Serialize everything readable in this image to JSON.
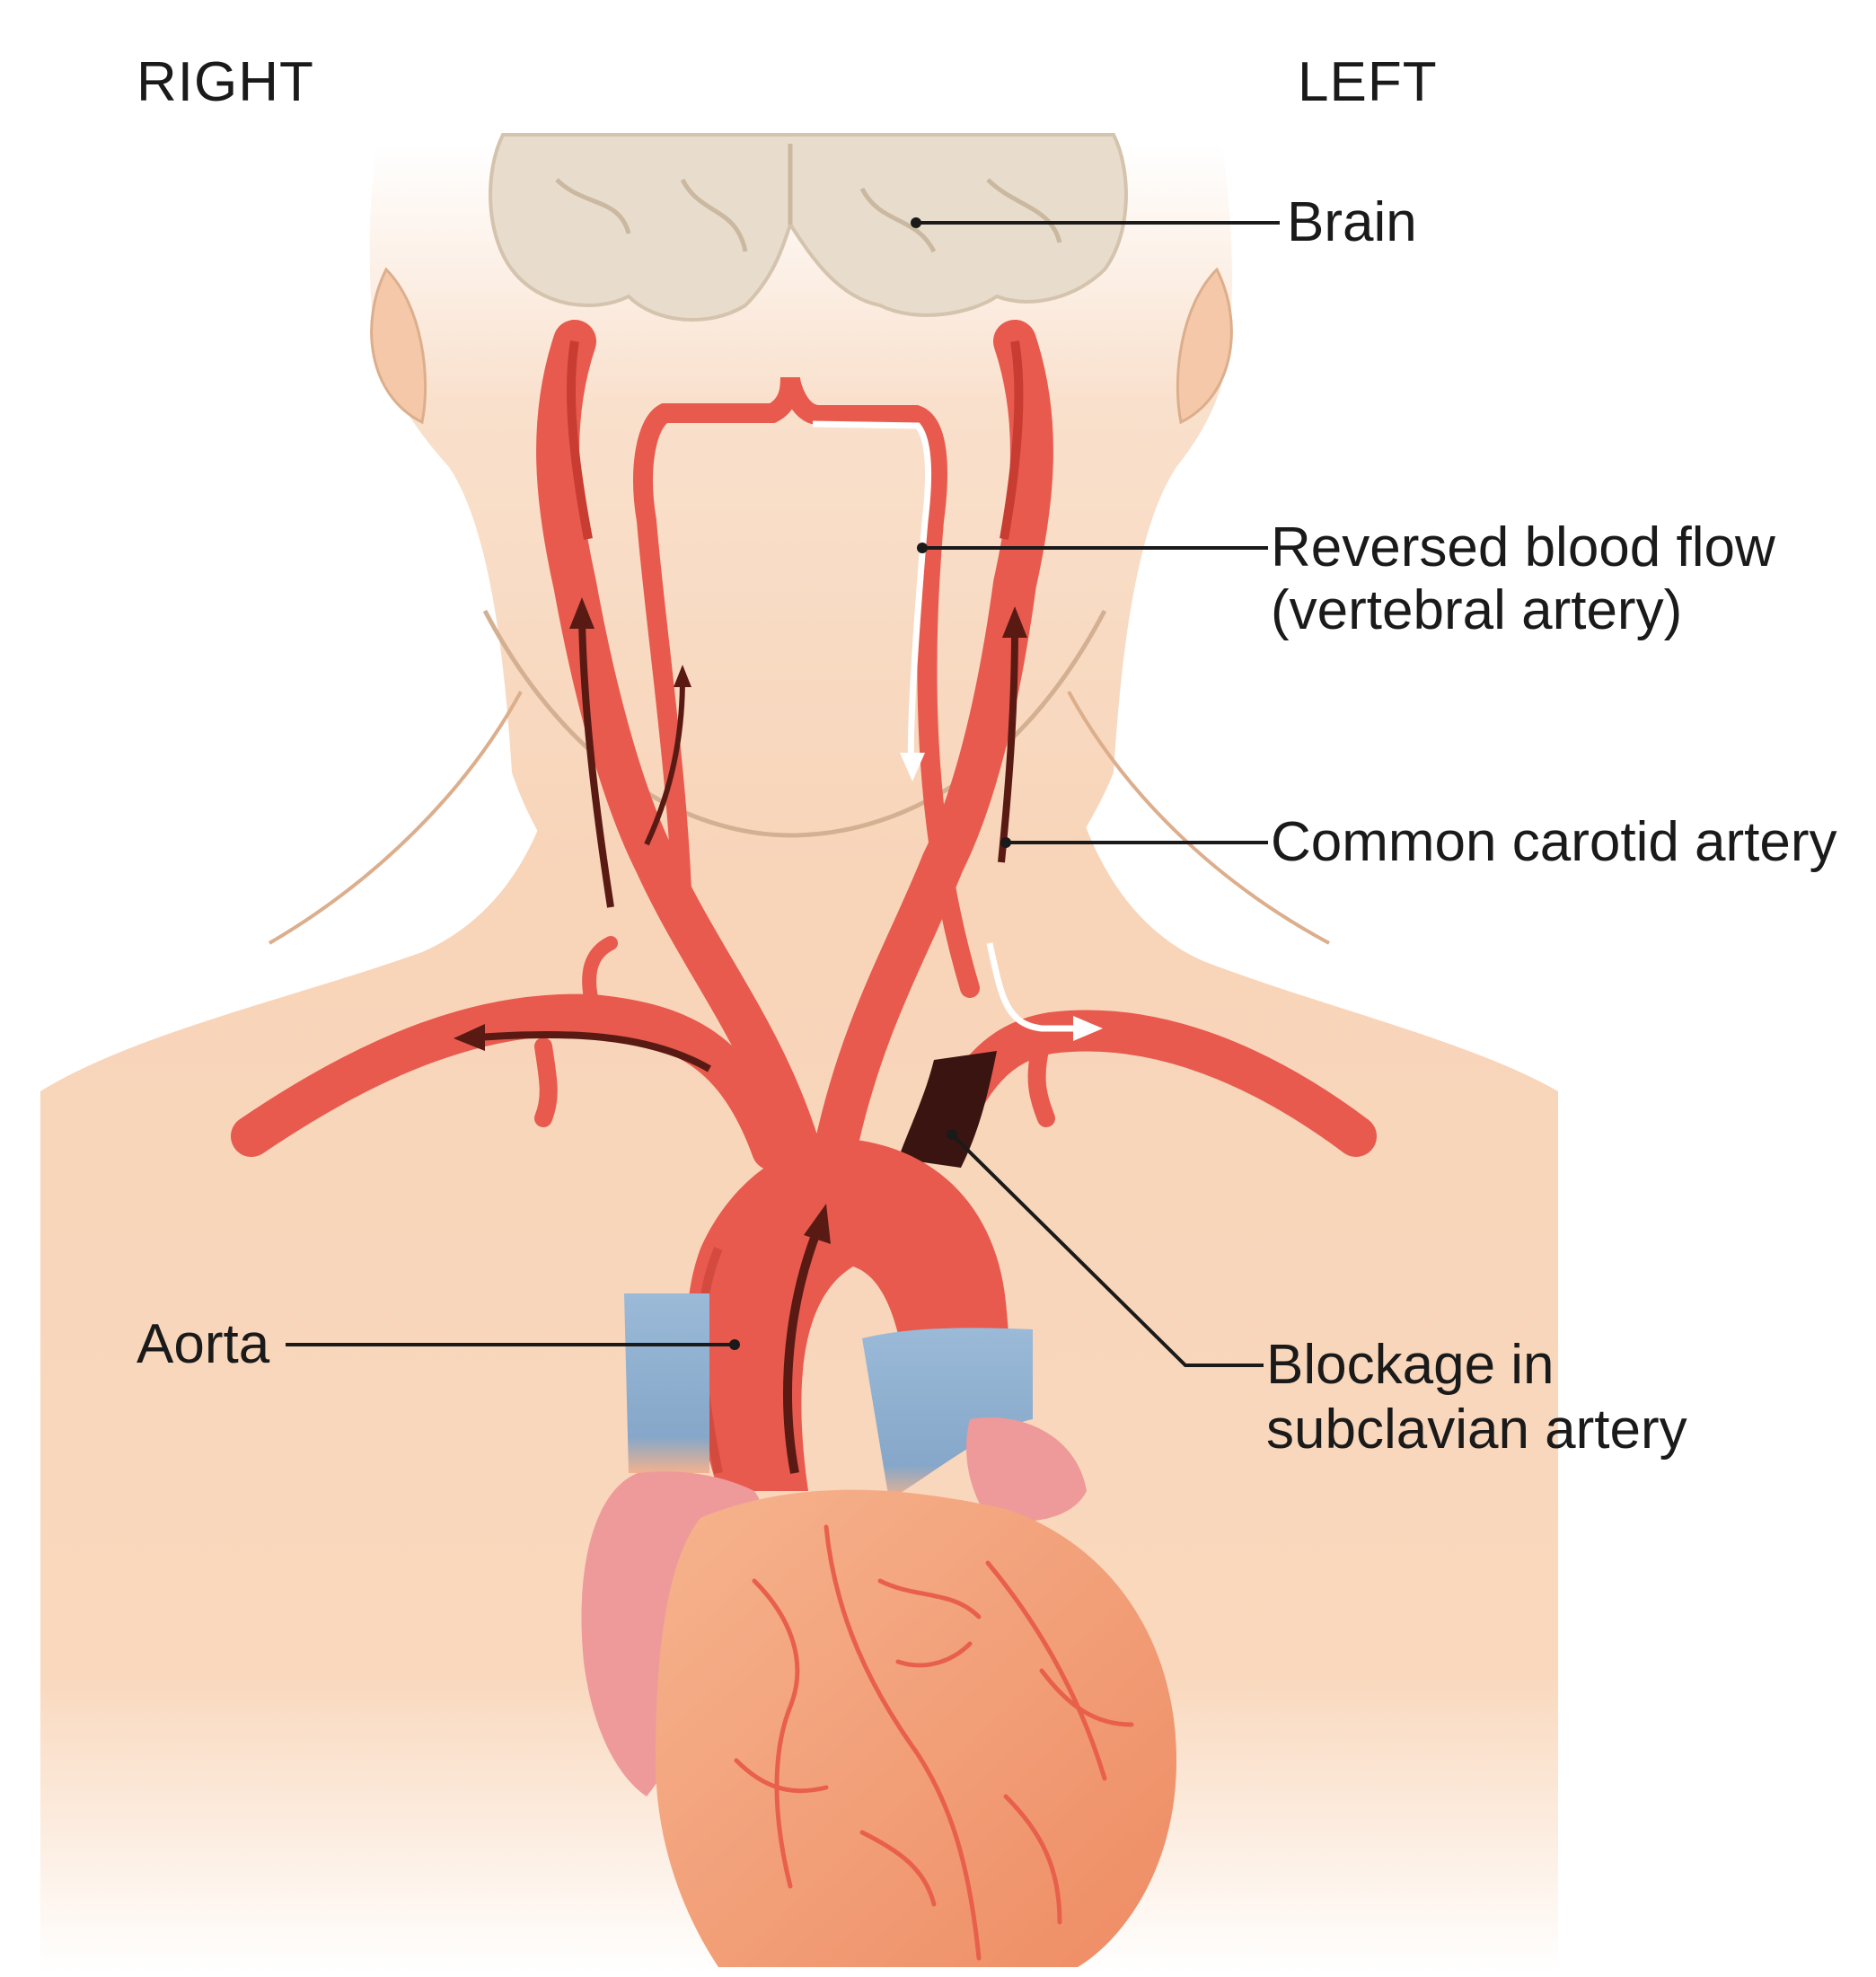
{
  "orientation": {
    "right": "RIGHT",
    "left": "LEFT"
  },
  "labels": {
    "brain": "Brain",
    "reversed_flow_line1": "Reversed blood flow",
    "reversed_flow_line2": "(vertebral artery)",
    "carotid": "Common carotid artery",
    "aorta": "Aorta",
    "blockage_line1": "Blockage in",
    "blockage_line2": "subclavian artery"
  },
  "colors": {
    "skin": "#f8d4b8",
    "skin_outline": "#dcae8c",
    "brain": "#e8dccd",
    "artery": "#e85a4e",
    "artery_dark": "#c83c32",
    "flow_arrow": "#5a1a14",
    "reversed_flow": "#ffffff",
    "vein": "#8fb0d0",
    "heart": "#f2a07a",
    "atrium": "#ee9a9a",
    "blockage": "#3a1410",
    "leader_line": "#1a1a1a"
  }
}
